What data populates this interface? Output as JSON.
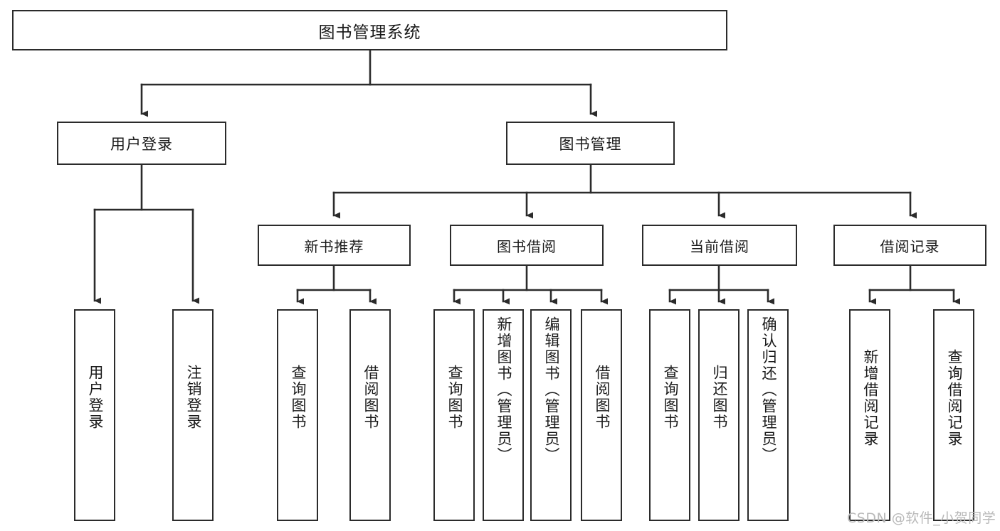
{
  "diagram": {
    "title": "图书管理系统",
    "type": "tree-hierarchy-chart",
    "colors": {
      "box_border": "#2b2b2b",
      "box_fill": "#ffffff",
      "edge": "#2b2b2b",
      "background": "#ffffff",
      "watermark": "#b9b9b9"
    },
    "watermark": "CSDN @软件_小贺同学",
    "root": {
      "label": "图书管理系统"
    },
    "level1": [
      {
        "label": "用户登录"
      },
      {
        "label": "图书管理"
      }
    ],
    "level2": [
      {
        "label": "新书推荐"
      },
      {
        "label": "图书借阅"
      },
      {
        "label": "当前借阅"
      },
      {
        "label": "借阅记录"
      }
    ],
    "leaves": {
      "user_login": [
        {
          "label": "用户登录"
        },
        {
          "label": "注销登录"
        }
      ],
      "new_book_recommend": [
        {
          "label": "查询图书"
        },
        {
          "label": "借阅图书"
        }
      ],
      "book_borrow": [
        {
          "label": "查询图书"
        },
        {
          "label": "新增图书（管理员）"
        },
        {
          "label": "编辑图书（管理员）"
        },
        {
          "label": "借阅图书"
        }
      ],
      "current_borrow": [
        {
          "label": "查询图书"
        },
        {
          "label": "归还图书"
        },
        {
          "label": "确认归还（管理员）"
        }
      ],
      "borrow_record": [
        {
          "label": "新增借阅记录"
        },
        {
          "label": "查询借阅记录"
        }
      ]
    }
  }
}
